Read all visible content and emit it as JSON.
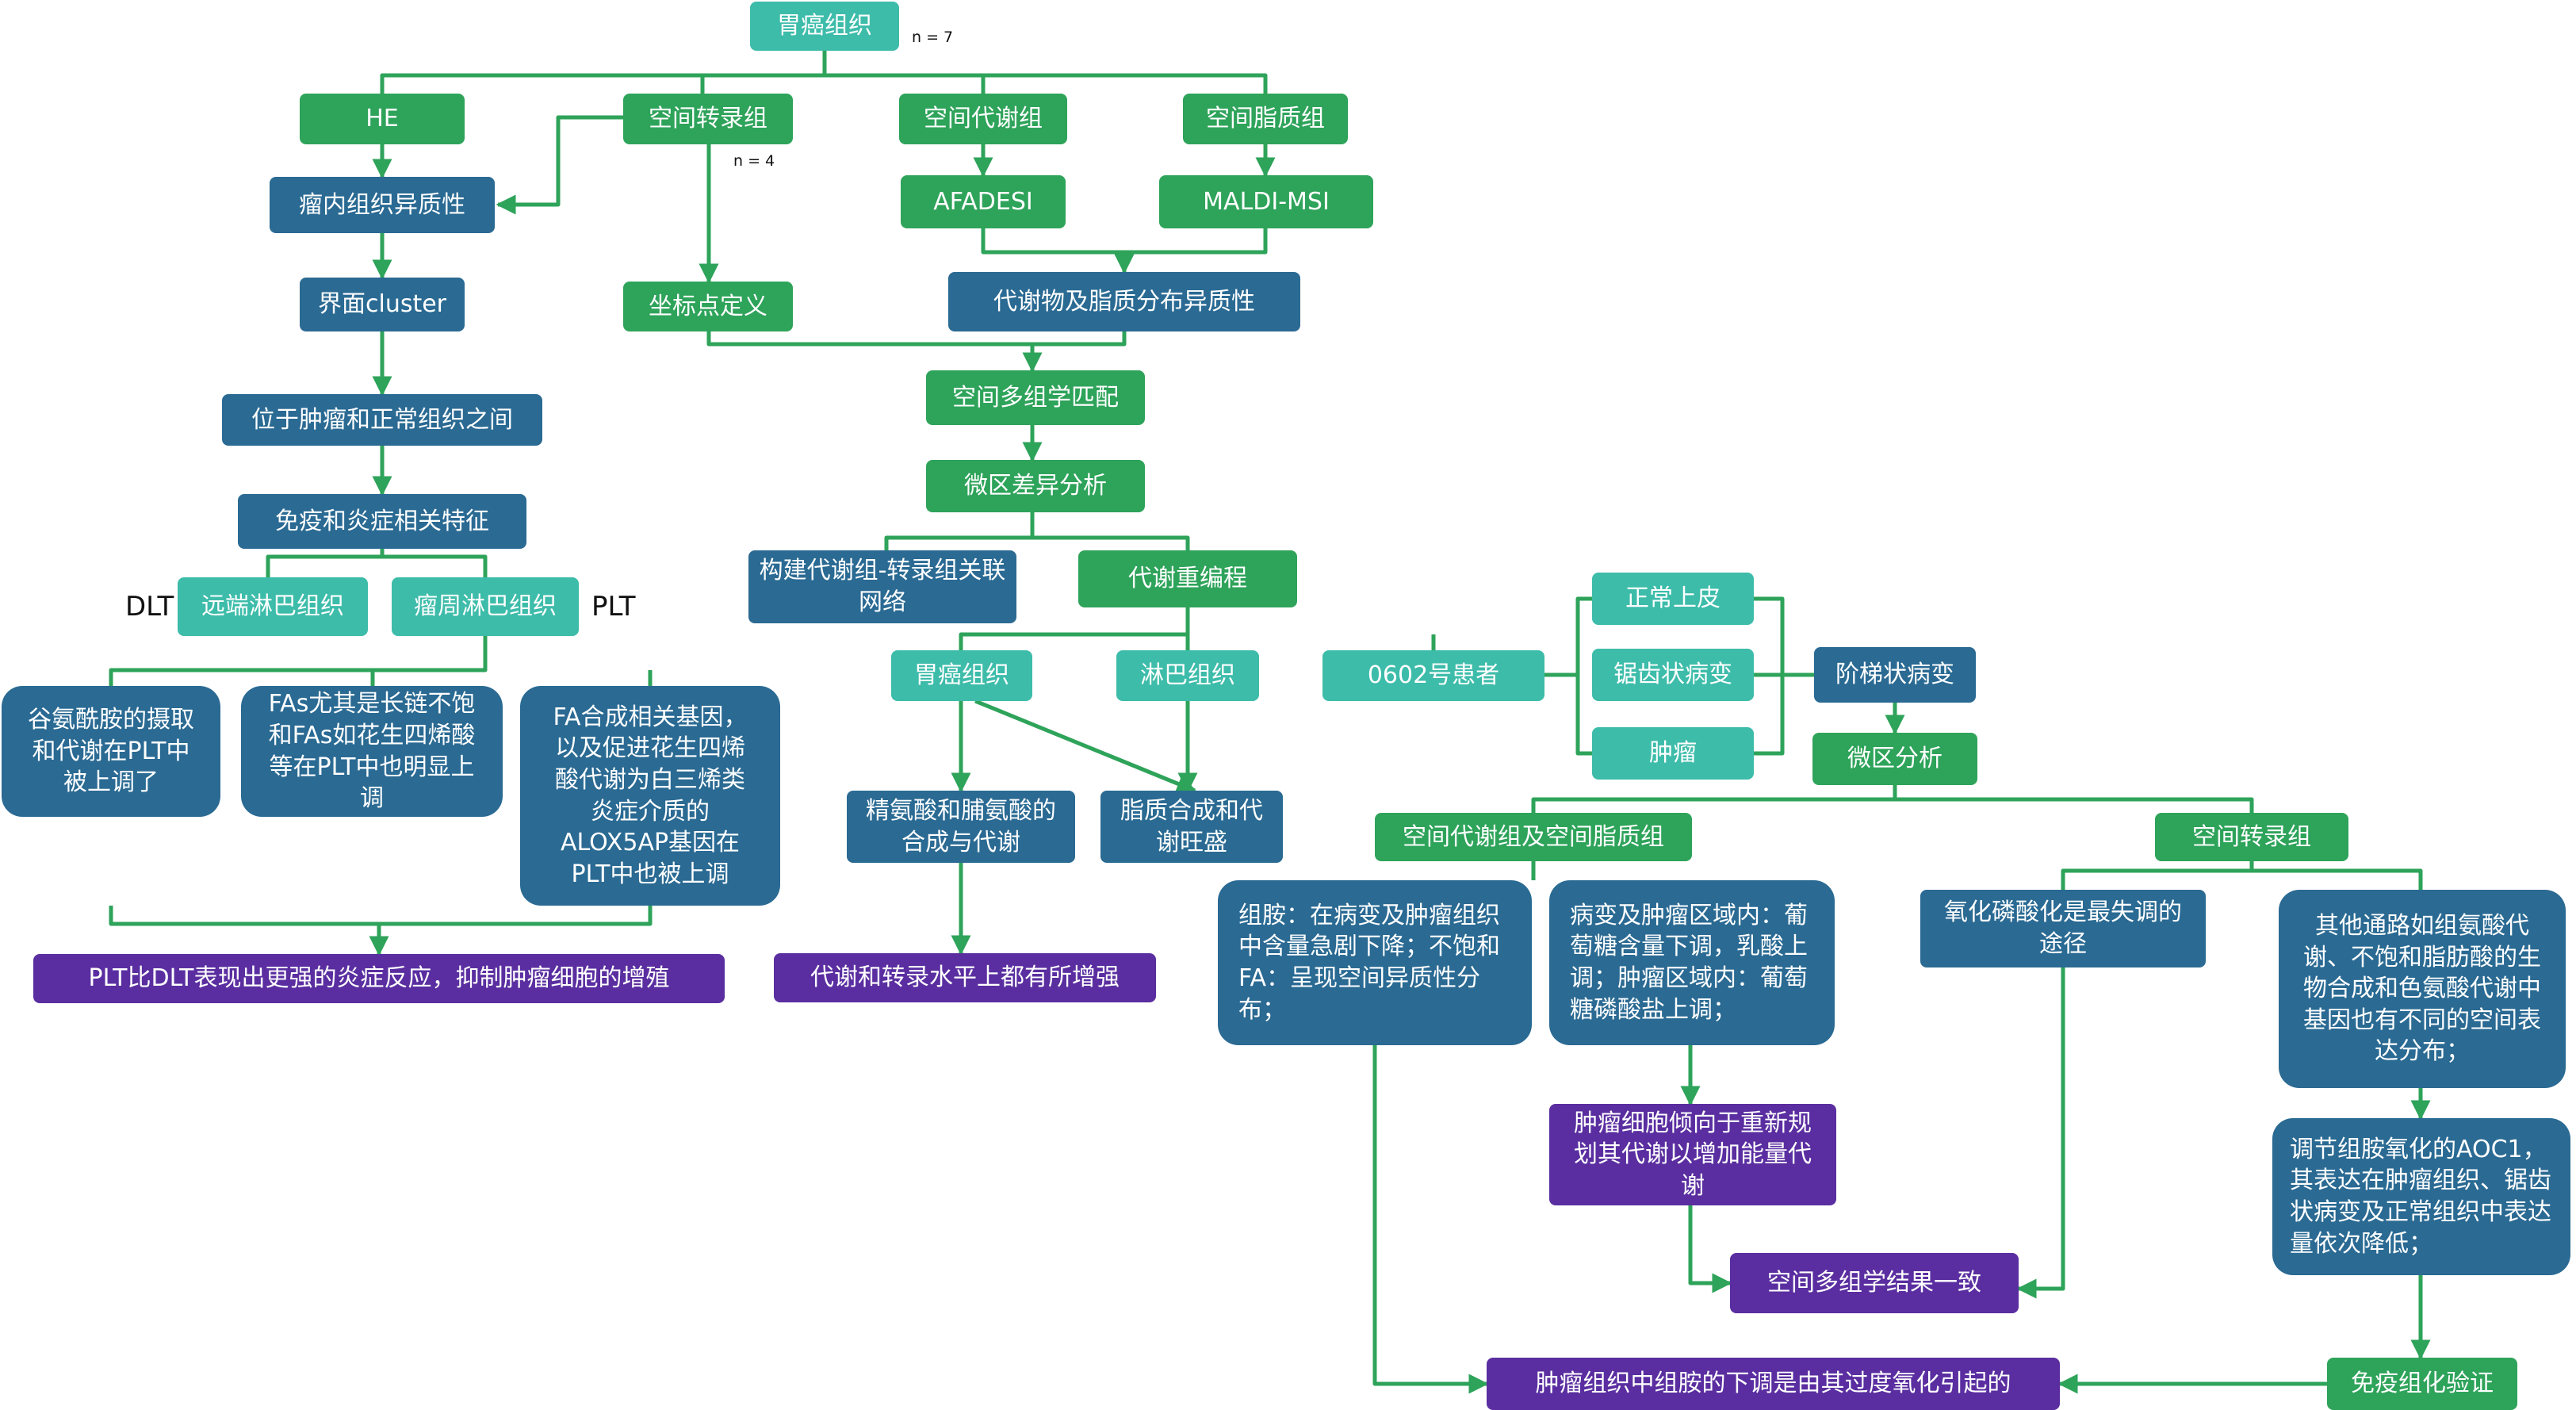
{
  "nodes": {
    "n1": "胃癌组织",
    "n2": "HE",
    "n3": "空间转录组",
    "n4": "空间代谢组",
    "n5": "空间脂质组",
    "n6": "瘤内组织异质性",
    "n7": "AFADESI",
    "n8": "MALDI-MSI",
    "n9": "界面cluster",
    "n10": "坐标点定义",
    "n11": "代谢物及脂质分布异质性",
    "n12": "位于肿瘤和正常组织之间",
    "n13": "空间多组学匹配",
    "n14": "免疫和炎症相关特征",
    "n15": "微区差异分析",
    "n16": "远端淋巴组织",
    "n17": "瘤周淋巴组织",
    "n18": "构建代谢组-转录组关联网络",
    "n19": "代谢重编程",
    "n20": "正常上皮",
    "n21": "胃癌组织",
    "n22": "淋巴组织",
    "n23": "0602号患者",
    "n24": "锯齿状病变",
    "n25": "阶梯状病变",
    "n26": "肿瘤",
    "n27": "微区分析",
    "n28": "谷氨酰胺的摄取和代谢在PLT中被上调了",
    "n29": "FAs尤其是长链不饱和FAs如花生四烯酸等在PLT中也明显上调",
    "n30": "FA合成相关基因，以及促进花生四烯酸代谢为白三烯类炎症介质的ALOX5AP基因在PLT中也被上调",
    "n31": "精氨酸和脯氨酸的合成与代谢",
    "n32": "脂质合成和代谢旺盛",
    "n33": "空间代谢组及空间脂质组",
    "n34": "空间转录组",
    "n35": "组胺：在病变及肿瘤组织中含量急剧下降；不饱和FA：呈现空间异质性分布；",
    "n36": "病变及肿瘤区域内：葡萄糖含量下调，乳酸上调；肿瘤区域内：葡萄糖磷酸盐上调；",
    "n37": "氧化磷酸化是最失调的途径",
    "n38": "其他通路如组氨酸代谢、不饱和脂肪酸的生物合成和色氨酸代谢中基因也有不同的空间表达分布；",
    "n39": "PLT比DLT表现出更强的炎症反应，抑制肿瘤细胞的增殖",
    "n40": "代谢和转录水平上都有所增强",
    "n41": "肿瘤细胞倾向于重新规划其代谢以增加能量代谢",
    "n42": "调节组胺氧化的AOC1，其表达在肿瘤组织、锯齿状病变及正常组织中表达量依次降低；",
    "n43": "空间多组学结果一致",
    "n44": "肿瘤组织中组胺的下调是由其过度氧化引起的",
    "n45": "免疫组化验证"
  },
  "labels": {
    "n_total": "n = 7",
    "n_transcriptome": "n = 4",
    "dlt": "DLT",
    "plt": "PLT"
  },
  "colors": {
    "teal": "#3dbcaa",
    "green": "#2ea35a",
    "blue": "#2a6a93",
    "purple": "#5a2ea0",
    "connector": "#2ea35a"
  }
}
